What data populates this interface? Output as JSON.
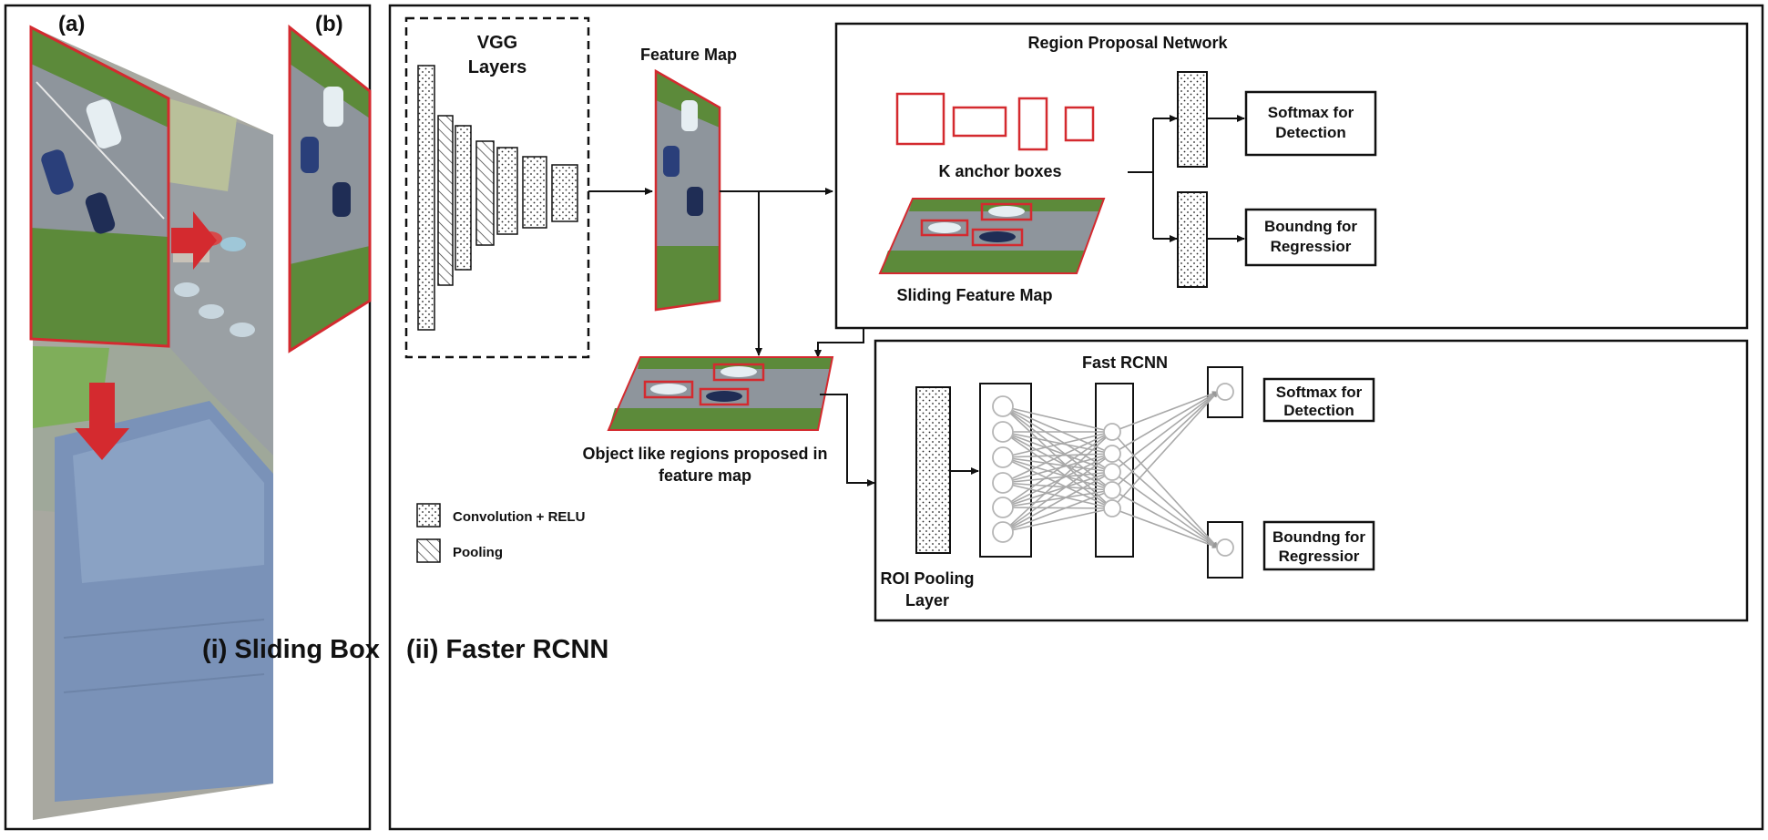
{
  "panel_left": {
    "label_a": "(a)",
    "label_b": "(b)",
    "caption": "(i) Sliding Box"
  },
  "panel_right": {
    "caption": "(ii) Faster RCNN",
    "vgg_line1": "VGG",
    "vgg_line2": "Layers",
    "feature_map": "Feature Map",
    "proposal_line1": "Object like regions proposed in",
    "proposal_line2": "feature map",
    "legend_conv": "Convolution + RELU",
    "legend_pool": "Pooling"
  },
  "rpn": {
    "title": "Region Proposal Network",
    "anchors": "K anchor boxes",
    "sliding": "Sliding Feature Map",
    "softmax_line1": "Softmax for",
    "softmax_line2": "Detection",
    "bbox_line1": "Boundng for",
    "bbox_line2": "Regressior"
  },
  "fast": {
    "title": "Fast RCNN",
    "roi_line1": "ROI Pooling",
    "roi_line2": "Layer",
    "softmax_line1": "Softmax for",
    "softmax_line2": "Detection",
    "bbox_line1": "Boundng for",
    "bbox_line2": "Regressior"
  },
  "colors": {
    "accent_red": "#d42a2f",
    "road": "#8e959c",
    "grass": "#5c8a3a",
    "roof": "#7a92b8"
  }
}
